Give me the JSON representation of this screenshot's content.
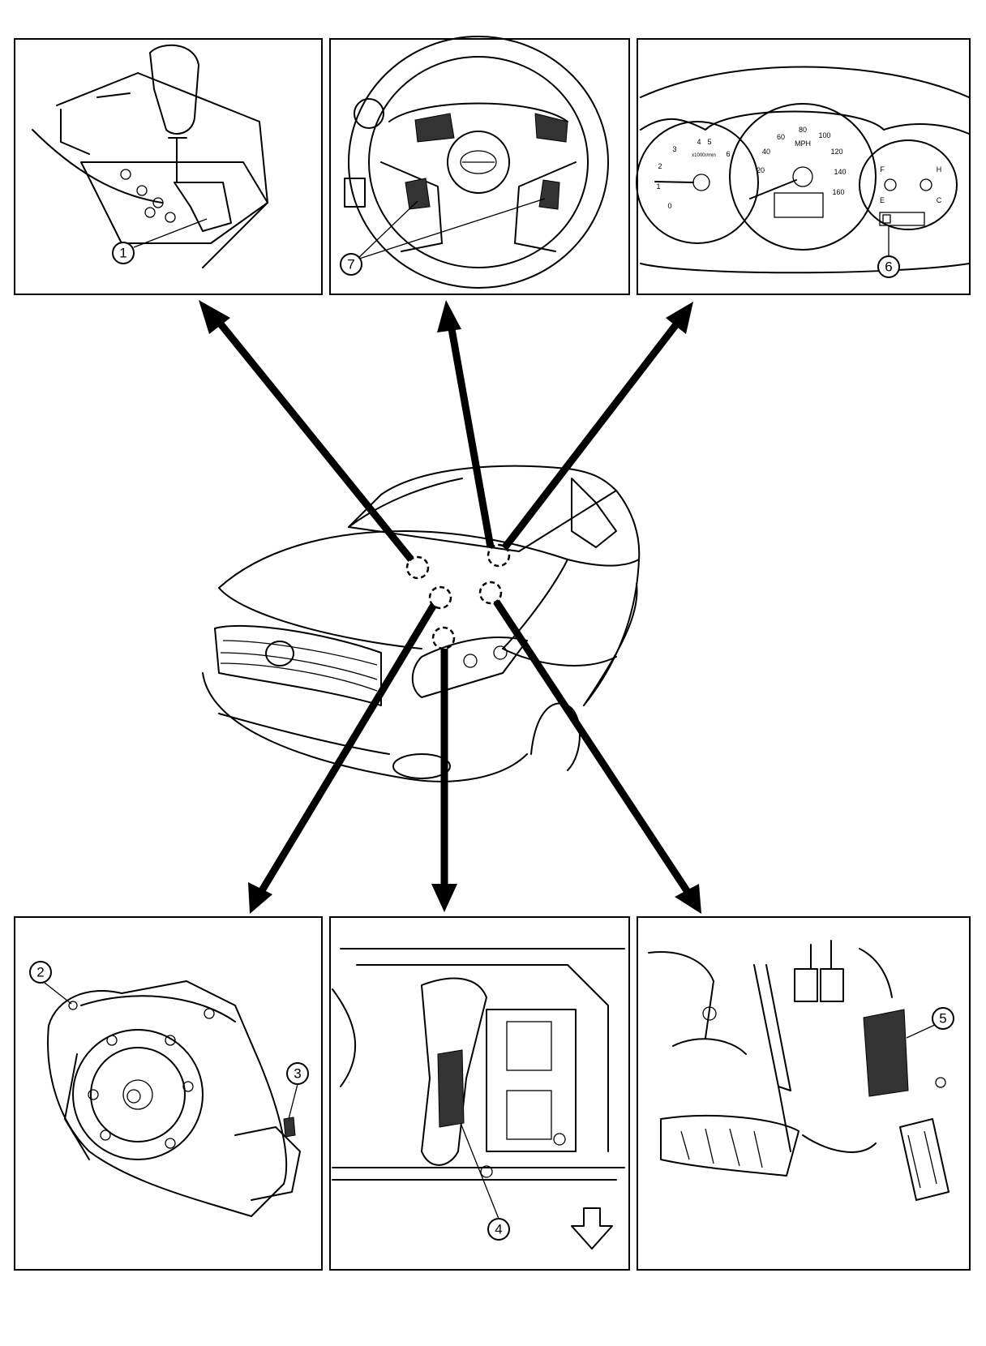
{
  "callouts": {
    "c1": "1",
    "c2": "2",
    "c3": "3",
    "c4": "4",
    "c5": "5",
    "c6": "6",
    "c7": "7"
  },
  "gauges": {
    "tacho_labels": [
      "0",
      "1",
      "2",
      "3",
      "4",
      "5",
      "6"
    ],
    "tacho_unit": "x1000r/min",
    "speedo_labels": [
      "20",
      "40",
      "60",
      "80",
      "100",
      "120",
      "140",
      "160"
    ],
    "speedo_unit": "MPH",
    "fuel_full": "F",
    "fuel_empty": "E",
    "temp_hot": "H",
    "temp_cold": "C"
  }
}
